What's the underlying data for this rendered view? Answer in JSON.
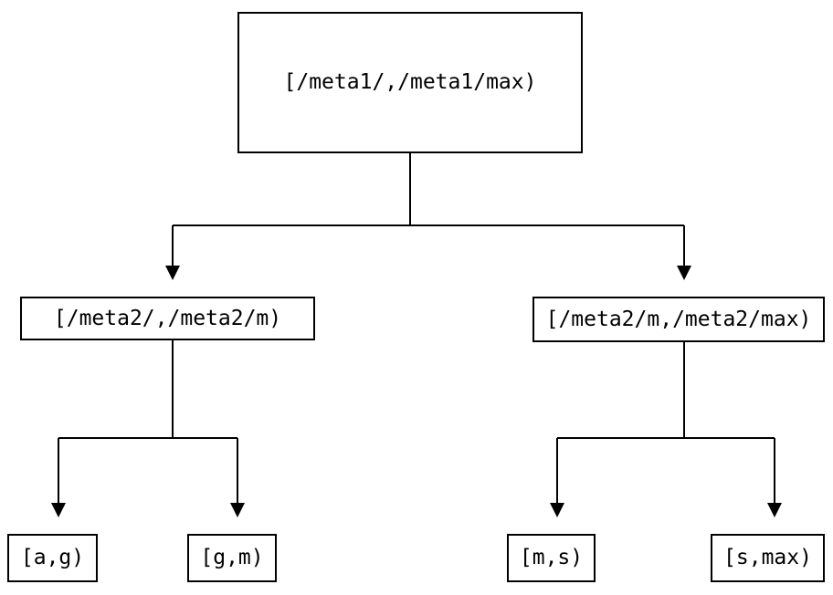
{
  "colors": {
    "line": "#000000",
    "background": "#ffffff",
    "text": "#000000"
  },
  "tree": {
    "root": {
      "label": "[/meta1/,/meta1/max)"
    },
    "children": [
      {
        "label": "[/meta2/,/meta2/m)"
      },
      {
        "label": "[/meta2/m,/meta2/max)"
      }
    ],
    "leaves": [
      {
        "label": "[a,g)"
      },
      {
        "label": "[g,m)"
      },
      {
        "label": "[m,s)"
      },
      {
        "label": "[s,max)"
      }
    ]
  }
}
